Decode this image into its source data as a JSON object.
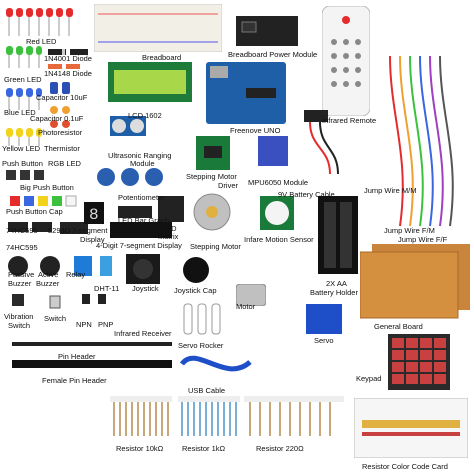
{
  "labels": {
    "red_led": "Red LED",
    "diode_1n4001": "1N4001 Diode",
    "diode_1n4148": "1N4148 Diode",
    "green_led": "Green LED",
    "capacitor_10uf": "Capacitor 10uF",
    "blue_led": "Blue LED",
    "capacitor_01uf": "Capacitor 0.1uF",
    "photoresistor": "Photoresistor",
    "yellow_led": "Yellow LED",
    "thermistor": "Thermistor",
    "push_button": "Push Button",
    "rgb_led": "RGB LED",
    "big_push_button": "Big Push Button",
    "push_button_cap": "Push Button Cap",
    "hc595_a": "74HC595",
    "l293d": "L293D",
    "seg7": "7-segment",
    "seg7_display": "Display",
    "hc595_b": "74HC595",
    "passive_buzzer_1": "Passive",
    "passive_buzzer_2": "Buzzer",
    "active_buzzer_1": "Active",
    "active_buzzer_2": "Buzzer",
    "relay": "Relay",
    "dht11": "DHT-11",
    "vibration_switch_1": "Vibration",
    "vibration_switch_2": "Switch",
    "switch": "Switch",
    "npn": "NPN",
    "pnp": "PNP",
    "pin_header": "Pin Header",
    "female_pin_header": "Female Pin Header",
    "breadboard": "Breadboard",
    "breadboard_power": "Breadboard Power Module",
    "lcd1602": "LCD 1602",
    "freenove_uno": "Freenove UNO",
    "infrared_remote": "Infrared Remote",
    "ultrasonic_1": "Ultrasonic Ranging",
    "ultrasonic_2": "Module",
    "potentiometer": "Potentiometer",
    "led_bar_graph": "LED Bar Graph",
    "led_matrix_1": "LED",
    "led_matrix_2": "Matrix",
    "four_digit": "4-Digit 7-segment Display",
    "stepper_driver_1": "Stepping Motor",
    "stepper_driver_2": "Driver",
    "mpu6050": "MPU6050 Module",
    "battery_cable": "9V Battery Cable",
    "jump_wire_mm": "Jump Wire M/M",
    "jump_wire_ff": "Jump Wire F/F",
    "jump_wire_fm": "Jump Wire F/M",
    "stepping_motor": "Stepping Motor",
    "infrared_motion": "Infare Motion Sensor",
    "joystick": "Joystick",
    "joystick_cap": "Joystick Cap",
    "motor": "Motor",
    "battery_holder_1": "2X AA",
    "battery_holder_2": "Battery Holder",
    "general_board": "General Board",
    "infrared_receiver": "Infrared Receiver",
    "servo_rocker": "Servo Rocker",
    "servo": "Servo",
    "keypad": "Keypad",
    "usb_cable": "USB Cable",
    "resistor_10k": "Resistor 10kΩ",
    "resistor_1k": "Resistor 1kΩ",
    "resistor_220": "Resistor 220Ω",
    "resistor_color_card": "Resistor Color Code Card"
  },
  "colors": {
    "arduino_blue": "#1f5fa8",
    "lcd_green": "#a8d84a",
    "breadboard": "#f1efe6",
    "general_board": "#c9853c",
    "keypad": "#2a2a2a"
  }
}
